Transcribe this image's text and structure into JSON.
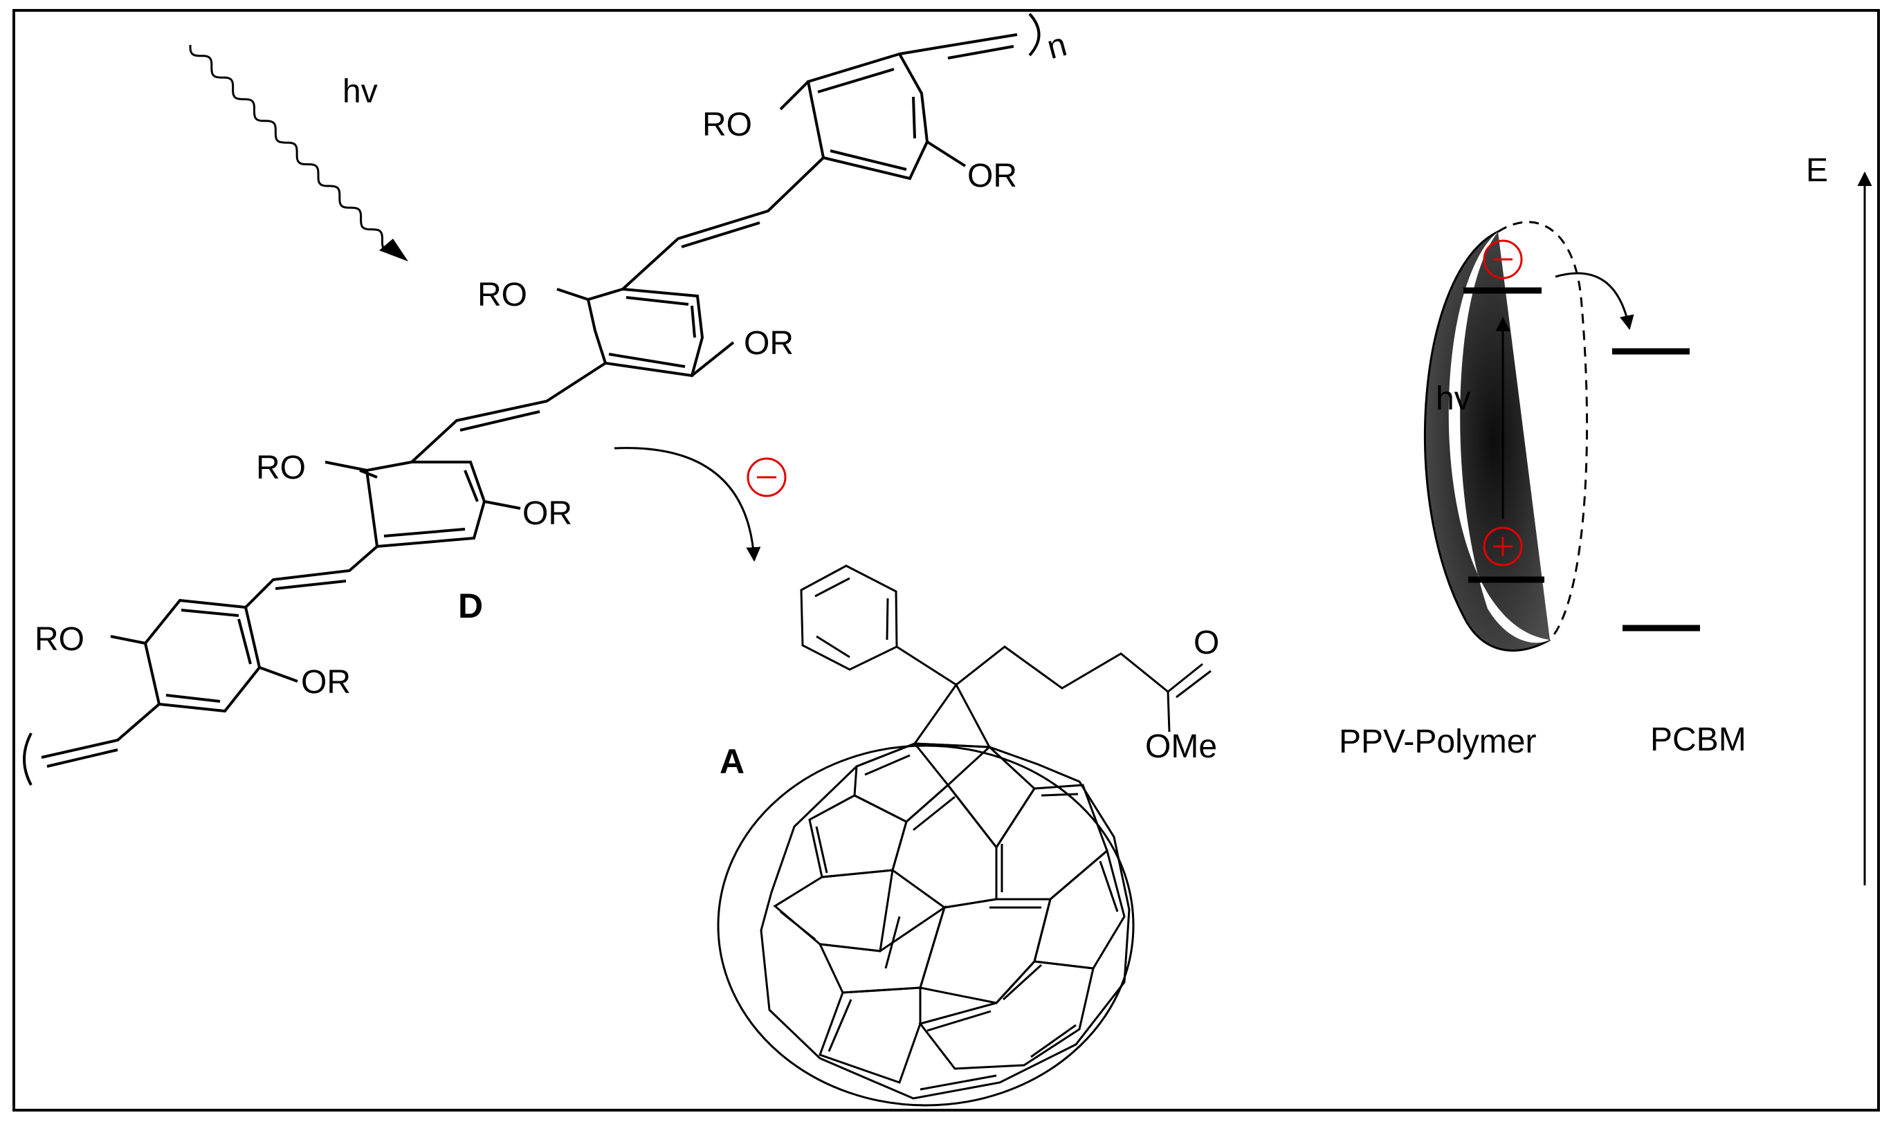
{
  "figure": {
    "photon_label": "hv",
    "donor_label": "D",
    "acceptor_label": "A",
    "electron_charge": "−",
    "hole_charge": "+",
    "chain_repeat": "n",
    "substituent_RO": "RO",
    "substituent_OR": "OR",
    "ester_O": "O",
    "ester_OMe": "OMe"
  },
  "energy_diagram": {
    "axis_label": "E",
    "excitation_label": "hv",
    "donor_label": "PPV-Polymer",
    "acceptor_label": "PCBM"
  },
  "colors": {
    "ink": "#000000",
    "charge": "#e00000"
  }
}
